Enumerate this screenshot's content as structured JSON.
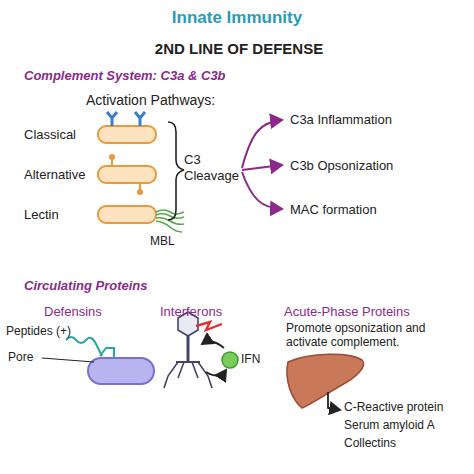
{
  "diagram": {
    "title": "Innate Immunity",
    "labels": [
      "2ND LINE OF DEFENSE",
      "Complement System: C3a & C3b",
      "Activation Pathways:",
      "Classical",
      "Alternative",
      "Lectin",
      "MBL",
      "C3 Cleavage",
      "C3a Inflammation",
      "C3b Opsonization",
      "MAC formation",
      "Circulating Proteins",
      "Defensins",
      "Peptides (+)",
      "Pore",
      "Interferons",
      "IFN",
      "Acute-Phase Proteins",
      "Promote opsonization and activate complement.",
      "C-Reactive protein",
      "Serum amyloid A",
      "Collectins"
    ]
  }
}
